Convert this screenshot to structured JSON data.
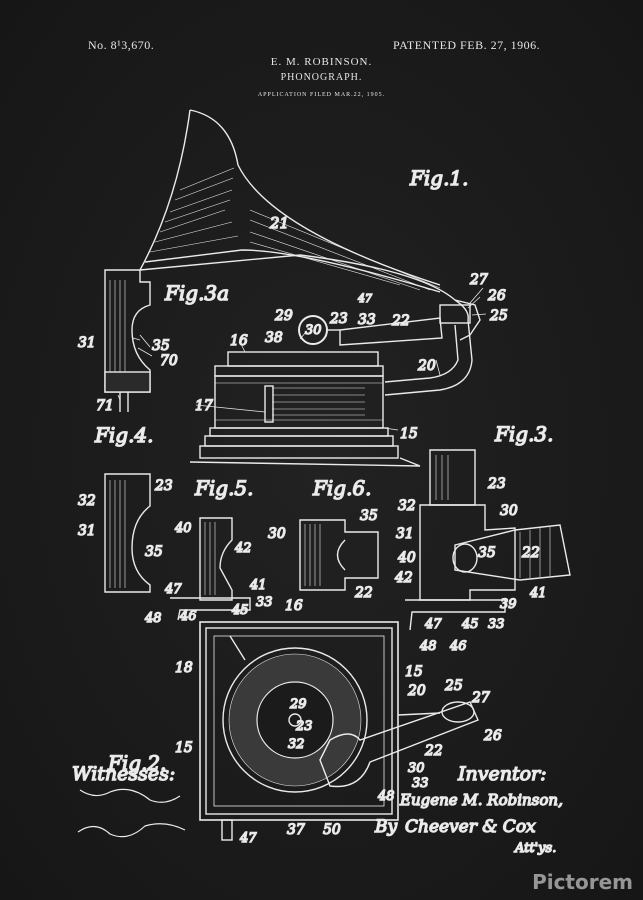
{
  "header": {
    "patent_number": "No. 8¹3,670.",
    "patent_date": "PATENTED FEB. 27, 1906.",
    "inventor": "E. M. ROBINSON.",
    "title": "PHONOGRAPH.",
    "filed": "APPLICATION FILED MAR.22, 1905."
  },
  "figures": {
    "fig1": "Fig.1.",
    "fig2": "Fig.2.",
    "fig3": "Fig.3.",
    "fig3a": "Fig.3a",
    "fig4": "Fig.4.",
    "fig5": "Fig.5.",
    "fig6": "Fig.6."
  },
  "labels": {
    "n21": "21",
    "n27": "27",
    "n26": "26",
    "n25": "25",
    "n22": "22",
    "n33": "33",
    "n23": "23",
    "n29": "29",
    "n47": "47",
    "n38": "38",
    "n30": "30",
    "n16": "16",
    "n20": "20",
    "n17": "17",
    "n15": "15",
    "n31": "31",
    "n35": "35",
    "n70": "70",
    "n71": "71",
    "n32": "32",
    "n40": "40",
    "n42": "42",
    "n41": "41",
    "n46": "46",
    "n48": "48",
    "n45": "45",
    "n39": "39",
    "n18": "18",
    "n37": "37",
    "n50": "50"
  },
  "signatures": {
    "witnesses_label": "Witnesses:",
    "inventor_label": "Inventor:",
    "inventor_name": "Eugene M. Robinson,",
    "by": "By",
    "attorney": "Cheever & Cox",
    "atty": "Att'ys."
  },
  "watermark": "Pictorem",
  "colors": {
    "background": "#1b1b1b",
    "ink": "#eeeeee"
  }
}
